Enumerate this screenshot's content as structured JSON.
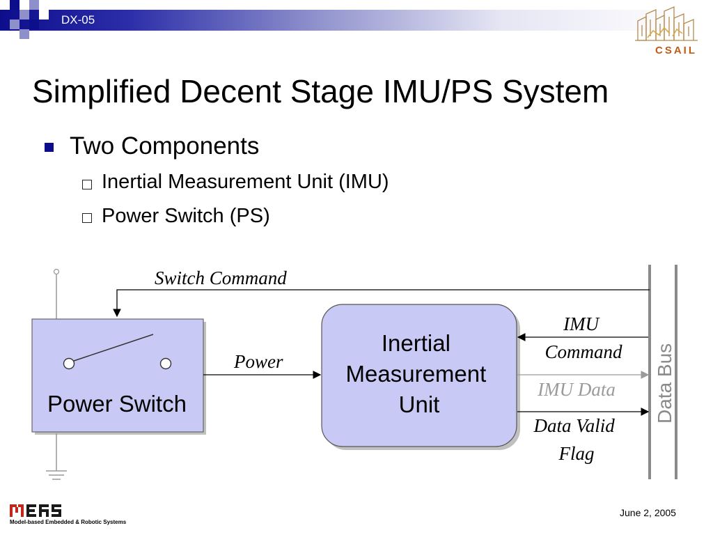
{
  "header": {
    "slide_id": "DX-05",
    "logo_text": "CSAIL"
  },
  "title": "Simplified Decent Stage IMU/PS System",
  "bullets": {
    "level1": "Two Components",
    "level2": [
      "Inertial Measurement Unit (IMU)",
      "Power Switch (PS)"
    ]
  },
  "diagram": {
    "power_switch_label": "Power Switch",
    "imu_label_lines": [
      "Inertial",
      "Measurement",
      "Unit"
    ],
    "switch_command_label": "Switch Command",
    "power_label": "Power",
    "imu_command_lines": [
      "IMU",
      "Command"
    ],
    "imu_data_label": "IMU Data",
    "data_valid_lines": [
      "Data Valid",
      "Flag"
    ],
    "data_bus_label": "Data Bus",
    "box_fill": "#c9c9f6",
    "imu_data_color": "#9a9a9a",
    "bus_color": "#8a8a8a"
  },
  "footer": {
    "mers_logo_text": "MERS",
    "mers_subtitle": "Model-based Embedded & Robotic Systems",
    "date": "June 2, 2005"
  }
}
